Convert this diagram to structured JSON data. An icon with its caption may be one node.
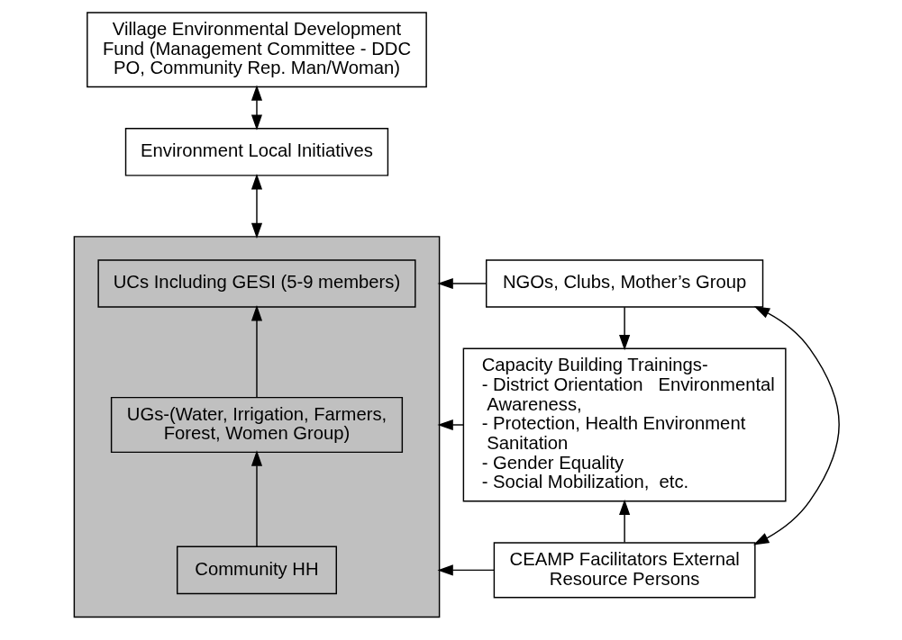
{
  "diagram": {
    "nodes": [
      {
        "text": [
          "Village Environmental Development Fund (Management Committee - DDC PO, Community Rep. Man/Woman)"
        ]
      },
      {
        "text": [
          "Environment Local Initiatives"
        ]
      },
      {
        "text": [
          "NGOs, Clubs, Mother’s Group"
        ]
      },
      {
        "text": [],
        "shape": "box"
      },
      {
        "text": [
          "UCs Including GESI (5-9 members)"
        ],
        "in": 3
      },
      {
        "text": [
          "Capacity Building Trainings-",
          "- District Orientation   Environmental Awareness,",
          "- Protection, Health Environment Sanitation",
          "- Gender Equality",
          "- Social Mobilization,  etc."
        ]
      },
      {
        "text": [
          "UGs-(Water, Irrigation, Farmers, Forest, Women Group)"
        ],
        "in": 3
      },
      {
        "text": [
          "CEAMP Facilitators External Resource Persons"
        ]
      },
      {
        "text": [
          "Community HH"
        ],
        "in": 3
      }
    ],
    "edges": [
      {
        "from": 0,
        "to": 1,
        "arrow": "both"
      },
      {
        "from": 1,
        "to": 3,
        "arrow": "both"
      },
      {
        "from": 2,
        "to": 3,
        "arrow": "to"
      },
      {
        "from": 2,
        "to": 5,
        "arrow": "to"
      },
      {
        "from": 2,
        "to": 7,
        "arrow": "both"
      },
      {
        "from": 5,
        "to": 3,
        "arrow": "to"
      },
      {
        "from": 7,
        "to": 5,
        "arrow": "to"
      },
      {
        "from": 7,
        "to": 3,
        "arrow": "to"
      },
      {
        "from": 6,
        "to": 4,
        "arrow": "to"
      },
      {
        "from": 8,
        "to": 6,
        "arrow": "to"
      }
    ]
  }
}
